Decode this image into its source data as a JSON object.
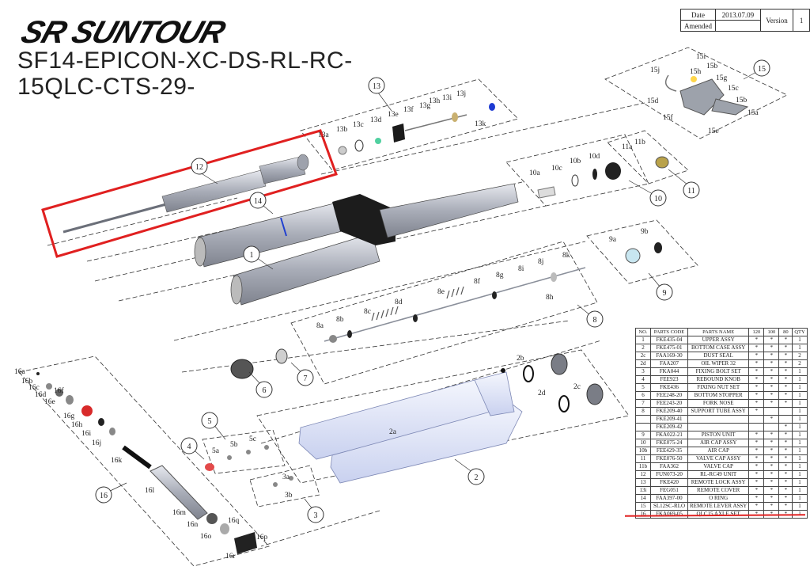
{
  "brand": "SR SUNTOUR",
  "model_line1": "SF14-EPICON-XC-DS-RL-RC-",
  "model_line2": "15QLC-CTS-29-",
  "date_box": {
    "date_label": "Date",
    "date_value": "2013.07.09",
    "version_label": "Version",
    "version_value": "1",
    "amended_label": "Amended"
  },
  "colors": {
    "highlight": "#e02020",
    "part_fill": "#c8ccd8",
    "lower_fill": "#dde3f7",
    "black": "#1a1a1a"
  },
  "callouts": {
    "c1": "1",
    "c2": "2",
    "c3": "3",
    "c4": "4",
    "c5": "5",
    "c6": "6",
    "c7": "7",
    "c8": "8",
    "c9": "9",
    "c10": "10",
    "c11": "11",
    "c12": "12",
    "c13": "13",
    "c14": "14",
    "c15": "15",
    "c16": "16"
  },
  "part_labels": {
    "l2a": "2a",
    "l2b": "2b",
    "l2c": "2c",
    "l2d": "2d",
    "l3a": "3a",
    "l3b": "3b",
    "l5a": "5a",
    "l5b": "5b",
    "l5c": "5c",
    "l8a": "8a",
    "l8b": "8b",
    "l8c": "8c",
    "l8d": "8d",
    "l8e": "8e",
    "l8f": "8f",
    "l8g": "8g",
    "l8h": "8h",
    "l8i": "8i",
    "l8j": "8j",
    "l8k": "8k",
    "l9a": "9a",
    "l9b": "9b",
    "l10a": "10a",
    "l10b": "10b",
    "l10c": "10c",
    "l10d": "10d",
    "l11a": "11a",
    "l11b": "11b",
    "l13a": "13a",
    "l13b": "13b",
    "l13c": "13c",
    "l13d": "13d",
    "l13e": "13e",
    "l13f": "13f",
    "l13g": "13g",
    "l13h": "13h",
    "l13i": "13i",
    "l13j": "13j",
    "l13k": "13k",
    "l15a": "15a",
    "l15b": "15b",
    "l15b2": "15b",
    "l15c": "15c",
    "l15d": "15d",
    "l15e": "15e",
    "l15f": "15f",
    "l15g": "15g",
    "l15h": "15h",
    "l15i": "15i",
    "l15j": "15j",
    "l16a": "16a",
    "l16b": "16b",
    "l16c": "16c",
    "l16d": "16d",
    "l16e": "16e",
    "l16f": "16f",
    "l16g": "16g",
    "l16h": "16h",
    "l16i": "16i",
    "l16j": "16j",
    "l16k": "16k",
    "l16l": "16l",
    "l16m": "16m",
    "l16n": "16n",
    "l16o": "16o",
    "l16p": "16p",
    "l16q": "16q",
    "l16r": "16r"
  },
  "parts_table": {
    "headers": [
      "NO.",
      "PARTS CODE",
      "PARTS NAME",
      "120",
      "100",
      "80",
      "QTY"
    ],
    "rows": [
      [
        "1",
        "FKE435-04",
        "UPPER ASSY",
        "*",
        "*",
        "*",
        "1"
      ],
      [
        "2",
        "FKE475-01",
        "BOTTOM CASE ASSY",
        "*",
        "*",
        "*",
        "1"
      ],
      [
        "2c",
        "FAA169-30",
        "DUST SEAL",
        "*",
        "*",
        "*",
        "2"
      ],
      [
        "2d",
        "FAA207",
        "OIL WIPER 32",
        "*",
        "*",
        "*",
        "2"
      ],
      [
        "3",
        "FKA044",
        "FIXING BOLT SET",
        "*",
        "*",
        "*",
        "1"
      ],
      [
        "4",
        "FEE923",
        "REBOUND KNOB",
        "*",
        "*",
        "*",
        "1"
      ],
      [
        "5",
        "FKE436",
        "FIXING NUT SET",
        "*",
        "*",
        "*",
        "1"
      ],
      [
        "6",
        "FEE248-20",
        "BOTTOM STOPPER",
        "*",
        "*",
        "*",
        "1"
      ],
      [
        "7",
        "FEE243-20",
        "FORK NOSE",
        "*",
        "*",
        "*",
        "1"
      ],
      [
        "8",
        "FKE209-40",
        "SUPPORT TUBE ASSY",
        "*",
        "",
        "",
        "1"
      ],
      [
        "",
        "FKE209-41",
        "",
        "",
        "*",
        "",
        "1"
      ],
      [
        "",
        "FKE209-42",
        "",
        "",
        "",
        "*",
        "1"
      ],
      [
        "9",
        "FKA022-21",
        "PISTON UNIT",
        "*",
        "*",
        "*",
        "1"
      ],
      [
        "10",
        "FKE075-24",
        "AIR CAP ASSY",
        "*",
        "*",
        "*",
        "1"
      ],
      [
        "10b",
        "FEE429-35",
        "AIR CAP",
        "*",
        "*",
        "*",
        "1"
      ],
      [
        "11",
        "FKE076-50",
        "VALVE CAP ASSY",
        "*",
        "*",
        "*",
        "1"
      ],
      [
        "11b",
        "FAA362",
        "VALVE CAP",
        "*",
        "*",
        "*",
        "1"
      ],
      [
        "12",
        "FUN073-20",
        "RL-RC49 UNIT",
        "*",
        "*",
        "*",
        "1"
      ],
      [
        "13",
        "FKE420",
        "REMOTE LOCK ASSY",
        "*",
        "*",
        "*",
        "1"
      ],
      [
        "13i",
        "FEG051",
        "REMOTE COVER",
        "*",
        "*",
        "*",
        "1"
      ],
      [
        "14",
        "FAA397-00",
        "O RING",
        "*",
        "*",
        "*",
        "1"
      ],
      [
        "15",
        "SL12SC-RLO",
        "REMOTE LEVER ASSY",
        "*",
        "*",
        "*",
        "1"
      ],
      [
        "16",
        "FKA069-05",
        "QLC15 AXLE SET",
        "*",
        "*",
        "*",
        "1"
      ]
    ]
  }
}
